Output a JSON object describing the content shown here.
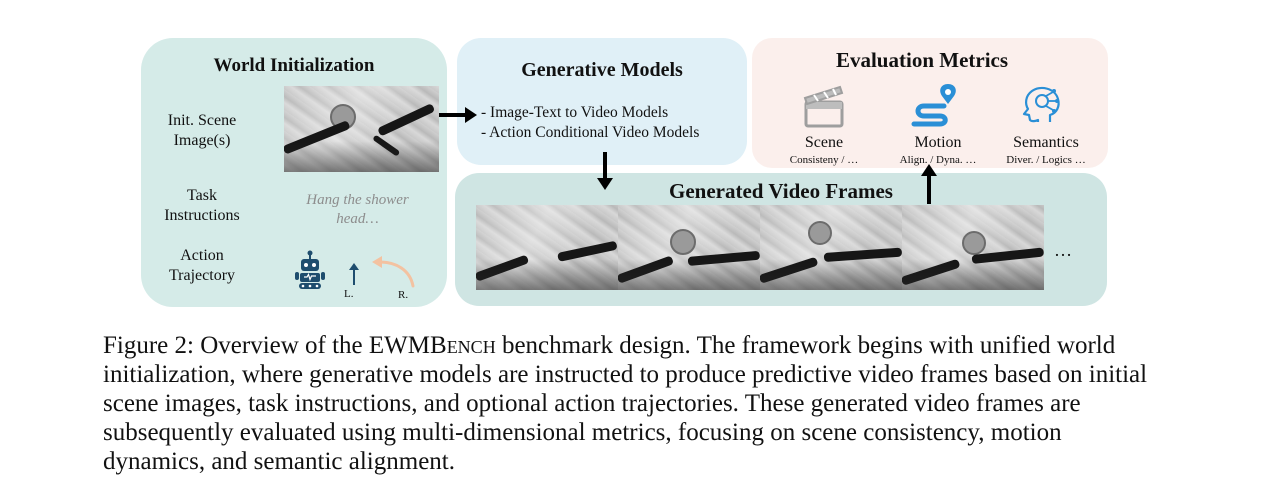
{
  "world_init": {
    "title": "World Initialization",
    "scene_label_line1": "Init. Scene",
    "scene_label_line2": "Image(s)",
    "task_label_line1": "Task",
    "task_label_line2": "Instructions",
    "task_text_line1": "Hang the shower",
    "task_text_line2": "head…",
    "action_label_line1": "Action",
    "action_label_line2": "Trajectory",
    "left_marker": "L.",
    "right_marker": "R."
  },
  "generative_models": {
    "title": "Generative Models",
    "items": [
      "- Image-Text to Video Models",
      "- Action Conditional Video Models"
    ]
  },
  "evaluation_metrics": {
    "title": "Evaluation Metrics",
    "metrics": [
      {
        "name": "Scene",
        "sub": "Consisteny / …",
        "icon": "clapperboard-icon"
      },
      {
        "name": "Motion",
        "sub": "Align. / Dyna. …",
        "icon": "motion-path-icon"
      },
      {
        "name": "Semantics",
        "sub": "Diver. / Logics …",
        "icon": "brain-head-icon"
      }
    ]
  },
  "generated_frames": {
    "title": "Generated Video Frames",
    "ellipsis": "…"
  },
  "caption": {
    "prefix": "Figure 2: Overview of the EWM",
    "bench_sc": "Bench",
    "rest": " benchmark design. The framework begins with unified world initialization, where generative models are instructed to produce predictive video frames based on initial scene images, task instructions, and optional action trajectories. These generated video frames are subsequently evaluated using multi-dimensional metrics, focusing on scene consistency, motion dynamics, and semantic alignment."
  },
  "colors": {
    "world_panel": "#d5ebe8",
    "gen_panel": "#e0f0f7",
    "eval_panel": "#fbefec",
    "frames_panel": "#cfe5e3",
    "motion_icon": "#2a8fd6",
    "robot_icon": "#1e4d6e"
  }
}
